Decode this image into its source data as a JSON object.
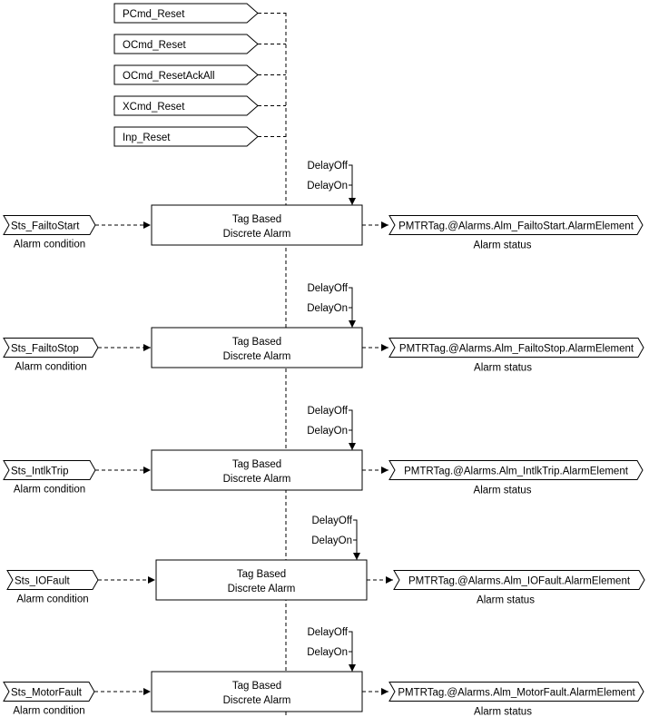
{
  "reset_inputs": [
    "PCmd_Reset",
    "OCmd_Reset",
    "OCmd_ResetAckAll",
    "XCmd_Reset",
    "Inp_Reset"
  ],
  "delay_labels": {
    "off": "DelayOff",
    "on": "DelayOn"
  },
  "alarm_block": {
    "line1": "Tag Based",
    "line2": "Discrete Alarm"
  },
  "condition_caption": "Alarm condition",
  "status_caption": "Alarm status",
  "alarms": [
    {
      "input": "Sts_FailtoStart",
      "output": "PMTRTag.@Alarms.Alm_FailtoStart.AlarmElement"
    },
    {
      "input": "Sts_FailtoStop",
      "output": "PMTRTag.@Alarms.Alm_FailtoStop.AlarmElement"
    },
    {
      "input": "Sts_IntlkTrip",
      "output": "PMTRTag.@Alarms.Alm_IntlkTrip.AlarmElement"
    },
    {
      "input": "Sts_IOFault",
      "output": "PMTRTag.@Alarms.Alm_IOFault.AlarmElement"
    },
    {
      "input": "Sts_MotorFault",
      "output": "PMTRTag.@Alarms.Alm_MotorFault.AlarmElement"
    }
  ]
}
